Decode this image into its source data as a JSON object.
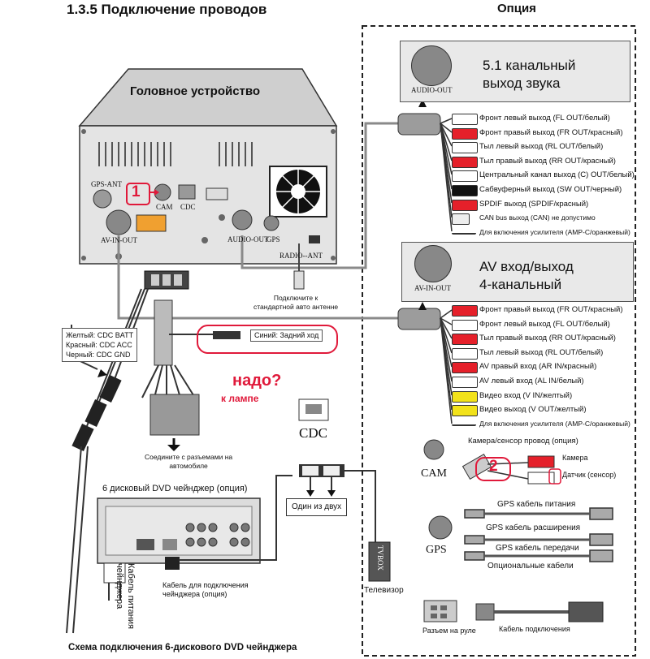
{
  "header": {
    "section_title": "1.3.5 Подключение проводов",
    "option_title": "Опция"
  },
  "head_unit": {
    "title": "Головное устройство",
    "gps_ant": "GPS-ANT",
    "cam": "CAM",
    "cdc": "CDC",
    "av_in_out": "AV-IN-OUT",
    "audio_out": "AUDIO-OUT",
    "gps": "GPS",
    "radio_ant": "RADIO--ANT",
    "fan_text": "",
    "marker_1": "1"
  },
  "antenna_note": "Подключите к\nстандартной авто антенне",
  "power_labels": {
    "yellow": "Желтый:  CDC BATT",
    "red": "Красный:  CDC ACC",
    "black": "Черный:   CDC GND"
  },
  "reverse_label": "Синий: Задний ход",
  "reverse_tag": "",
  "annotation": {
    "need": "надо?",
    "to_lamp": "к лампе"
  },
  "connector_note": "Соедините с разъемами на\nавтомобиле",
  "cdc": {
    "label": "CDC",
    "one_of_two": "Один из двух"
  },
  "dvd": {
    "title": "6 дисковый DVD чейнджер (опция)",
    "power_cable": "Кабель питания\nчейнджера",
    "changer_cable": "Кабель для подключения\nчейнджера (опция)"
  },
  "tvbox": {
    "label": "TVBOX",
    "tv": "Телевизор"
  },
  "bottom_caption": "Схема подключения 6-дискового DVD чейнджера",
  "audio_out_panel": {
    "title": "5.1 канальный\nвыход звука",
    "port": "AUDIO-OUT",
    "rows": [
      {
        "text": "Фронт левый выход (FL OUT/белый)",
        "color": "#ffffff"
      },
      {
        "text": "Фронт правый выход (FR OUT/красный)",
        "color": "#e5202a"
      },
      {
        "text": "Тыл левый выход (RL OUT/белый)",
        "color": "#ffffff"
      },
      {
        "text": "Тыл правый выход (RR OUT/красный)",
        "color": "#e5202a"
      },
      {
        "text": "Центральный канал выход (C) OUT/белый)",
        "color": "#ffffff"
      },
      {
        "text": "Сабвуферный выход (SW OUT/черный)",
        "color": "#111111"
      },
      {
        "text": "SPDIF выход (SPDIF/красный)",
        "color": "#e5202a"
      },
      {
        "text": "CAN bus выход (CAN) не допустимо",
        "color": "plug"
      },
      {
        "text": "Для включения усилителя (AMP-C/оранжевый)",
        "color": "wire"
      }
    ]
  },
  "av_panel": {
    "title": "AV вход/выход\n4-канальный",
    "port": "AV-IN-OUT",
    "rows": [
      {
        "text": "Фронт правый выход (FR OUT/красный)",
        "color": "#e5202a"
      },
      {
        "text": "Фронт левый выход (FL OUT/белый)",
        "color": "#ffffff"
      },
      {
        "text": "Тыл правый выход (RR OUT/красный)",
        "color": "#e5202a"
      },
      {
        "text": "Тыл левый выход (RL OUT/белый)",
        "color": "#ffffff"
      },
      {
        "text": "AV правый вход (AR IN/красный)",
        "color": "#e5202a"
      },
      {
        "text": "AV левый вход (AL IN/белый)",
        "color": "#ffffff"
      },
      {
        "text": "Видео вход (V IN/желтый)",
        "color": "#f2e21a"
      },
      {
        "text": "Видео выход (V OUT/желтый)",
        "color": "#f2e21a"
      },
      {
        "text": "Для включения усилителя (AMP-C/оранжевый)",
        "color": "wire"
      }
    ]
  },
  "cam_panel": {
    "title": "Камера/сенсор провод (опция)",
    "cam": "CAM",
    "camera": "Камера",
    "sensor": "Датчик (сенсор)",
    "marker_2": "2"
  },
  "gps_panel": {
    "gps": "GPS",
    "power": "GPS кабель питания",
    "ext": "GPS кабель расширения",
    "data": "GPS кабель передачи",
    "optional": "Опциональные кабели"
  },
  "wheel_panel": {
    "connector": "Разъем на руле",
    "cable": "Кабель подключения"
  },
  "colors": {
    "red": "#e5202a",
    "marker": "#e0193a",
    "yellow": "#f2e21a",
    "panel": "#efefef"
  }
}
